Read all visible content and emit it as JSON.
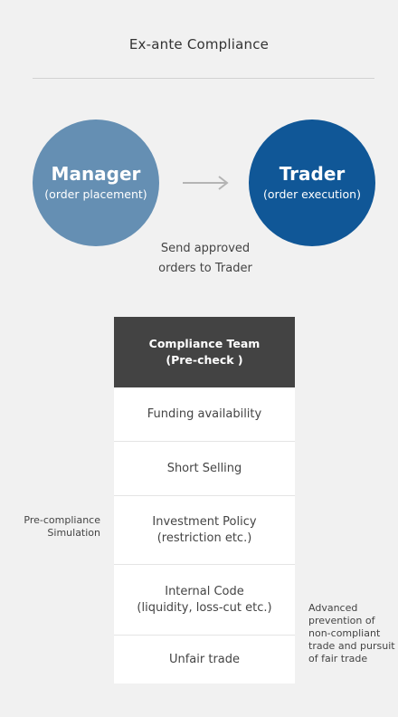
{
  "title": "Ex-ante Compliance",
  "manager": {
    "name": "Manager",
    "sub": "(order placement)",
    "color": "#658fb3"
  },
  "trader": {
    "name": "Trader",
    "sub": "(order execution)",
    "color": "#105797"
  },
  "send_text": [
    "Send approved",
    "orders to Trader"
  ],
  "compliance": {
    "header": [
      "Compliance Team",
      "(Pre-check )"
    ],
    "rows": [
      {
        "lines": [
          "Funding availability"
        ]
      },
      {
        "lines": [
          "Short Selling"
        ]
      },
      {
        "lines": [
          "Investment Policy",
          "(restriction etc.)"
        ]
      },
      {
        "lines": [
          "Internal Code",
          "(liquidity, loss-cut etc.)"
        ]
      },
      {
        "lines": [
          "Unfair trade"
        ]
      }
    ]
  },
  "left_note": [
    "Pre-compliance",
    "Simulation"
  ],
  "right_note": [
    "Advanced",
    "prevention of",
    "non-compliant",
    "trade and pursuit",
    "of fair trade"
  ],
  "icons": {
    "arrow": "arrow-right-icon"
  }
}
